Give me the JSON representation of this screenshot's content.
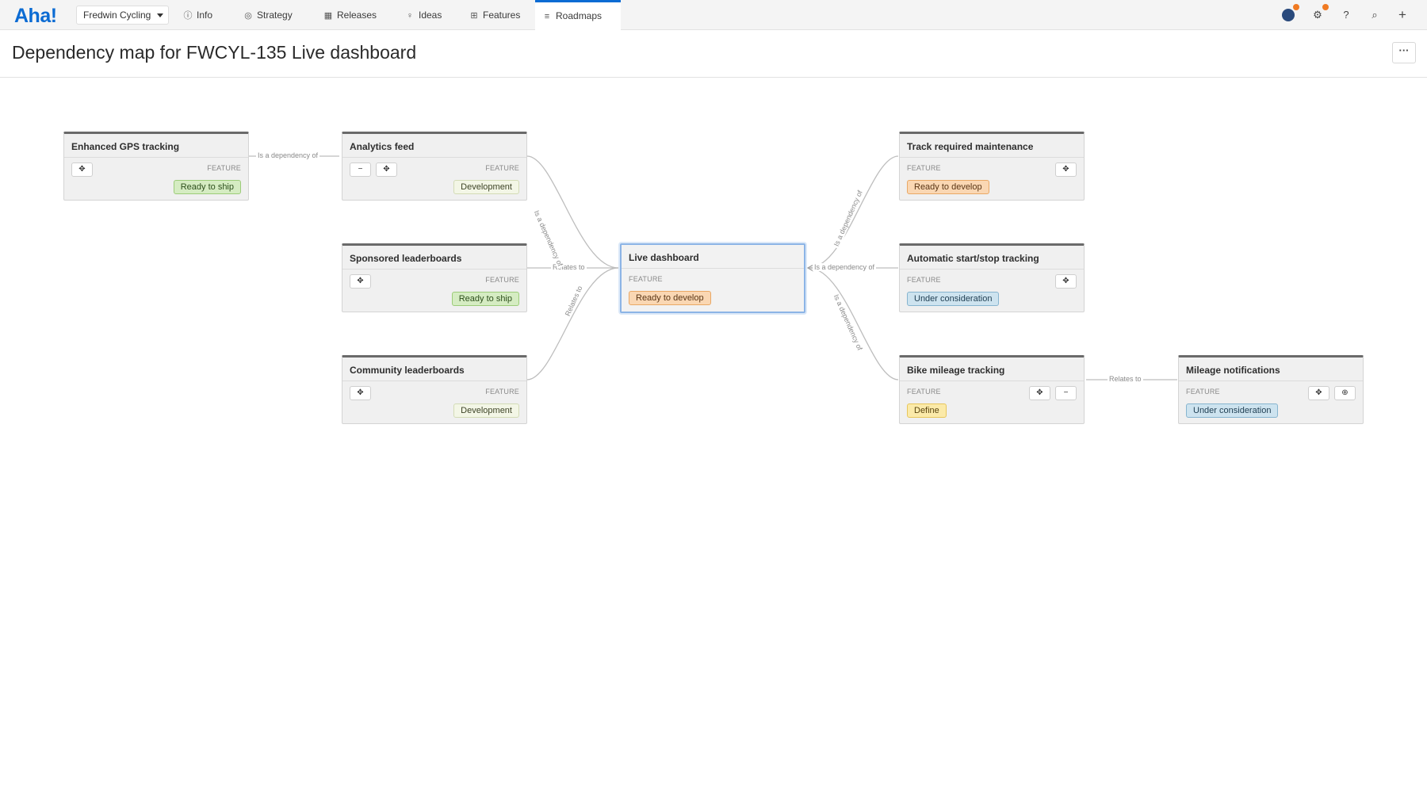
{
  "nav": {
    "logo": "Aha!",
    "workspace": "Fredwin Cycling",
    "items": [
      {
        "label": "Info",
        "icon": "info-icon"
      },
      {
        "label": "Strategy",
        "icon": "target-icon"
      },
      {
        "label": "Releases",
        "icon": "calendar-icon"
      },
      {
        "label": "Ideas",
        "icon": "lightbulb-icon"
      },
      {
        "label": "Features",
        "icon": "grid-icon"
      },
      {
        "label": "Roadmaps",
        "icon": "roadmap-icon",
        "active": true
      }
    ],
    "right_icons": [
      "avatar-icon",
      "gear-icon",
      "help-icon",
      "search-icon",
      "plus-icon"
    ],
    "accent_color": "#0b6bd3",
    "notification_color": "#f07a22"
  },
  "page": {
    "title": "Dependency map for FWCYL-135 Live dashboard",
    "more_label": "···"
  },
  "cards": {
    "enhanced_gps": {
      "title": "Enhanced GPS tracking",
      "type": "FEATURE",
      "status": "Ready to ship"
    },
    "analytics_feed": {
      "title": "Analytics feed",
      "type": "FEATURE",
      "status": "Development"
    },
    "sponsored": {
      "title": "Sponsored leaderboards",
      "type": "FEATURE",
      "status": "Ready to ship"
    },
    "community": {
      "title": "Community leaderboards",
      "type": "FEATURE",
      "status": "Development"
    },
    "live_dashboard": {
      "title": "Live dashboard",
      "type": "FEATURE",
      "status": "Ready to develop"
    },
    "track_maintenance": {
      "title": "Track required maintenance",
      "type": "FEATURE",
      "status": "Ready to develop"
    },
    "auto_start_stop": {
      "title": "Automatic start/stop tracking",
      "type": "FEATURE",
      "status": "Under consideration"
    },
    "bike_mileage": {
      "title": "Bike mileage tracking",
      "type": "FEATURE",
      "status": "Define"
    },
    "mileage_notifications": {
      "title": "Mileage notifications",
      "type": "FEATURE",
      "status": "Under consideration"
    }
  },
  "edges": {
    "gps_to_analytics": "Is a dependency of",
    "analytics_to_live": "Is a dependency of",
    "sponsored_to_live": "Relates to",
    "community_to_live": "Relates to",
    "track_to_live": "Is a dependency of",
    "auto_to_live": "Is a dependency of",
    "bike_to_live": "Is a dependency of",
    "bike_to_mileage": "Relates to"
  },
  "status_colors": {
    "Ready to ship": "#d5ecc2",
    "Development": "#f3f6e6",
    "Ready to develop": "#fad7b3",
    "Under consideration": "#cde3ef",
    "Define": "#fbeaa9"
  }
}
